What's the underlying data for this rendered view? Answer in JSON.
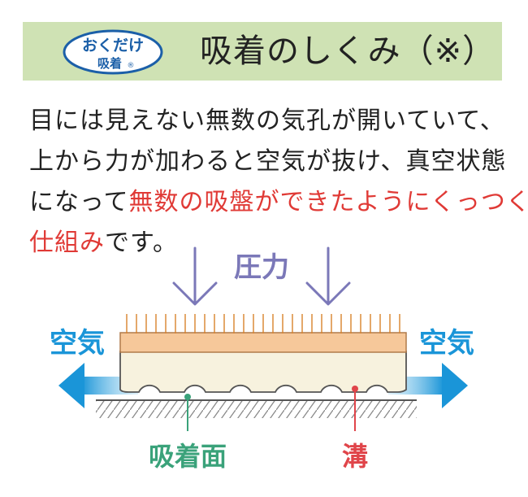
{
  "header": {
    "logo_top": "おくだけ",
    "logo_bottom": "吸着",
    "logo_mark": "®",
    "title": "吸着のしくみ（※）"
  },
  "description": {
    "line1": "目には見えない無数の気孔が開いていて、",
    "line2": "上から力が加わると空気が抜け、真空状態",
    "line3_prefix": "になって",
    "line3_highlight": "無数の吸盤ができたようにくっつく",
    "line4_highlight": "仕組み",
    "line4_suffix": "です。"
  },
  "diagram": {
    "pressure_label": "圧力",
    "air_left_label": "空気",
    "air_right_label": "空気",
    "suction_label": "吸着面",
    "groove_label": "溝"
  },
  "colors": {
    "header_bg": "#cfe2b4",
    "logo_blue": "#1b5fa8",
    "highlight_red": "#e03a36",
    "pressure_purple": "#7b78b8",
    "air_blue": "#1a95d8",
    "suction_green": "#3aa27a",
    "groove_red": "#e0454a",
    "mat_top": "#f6c89a",
    "mat_base": "#f7f2de"
  }
}
